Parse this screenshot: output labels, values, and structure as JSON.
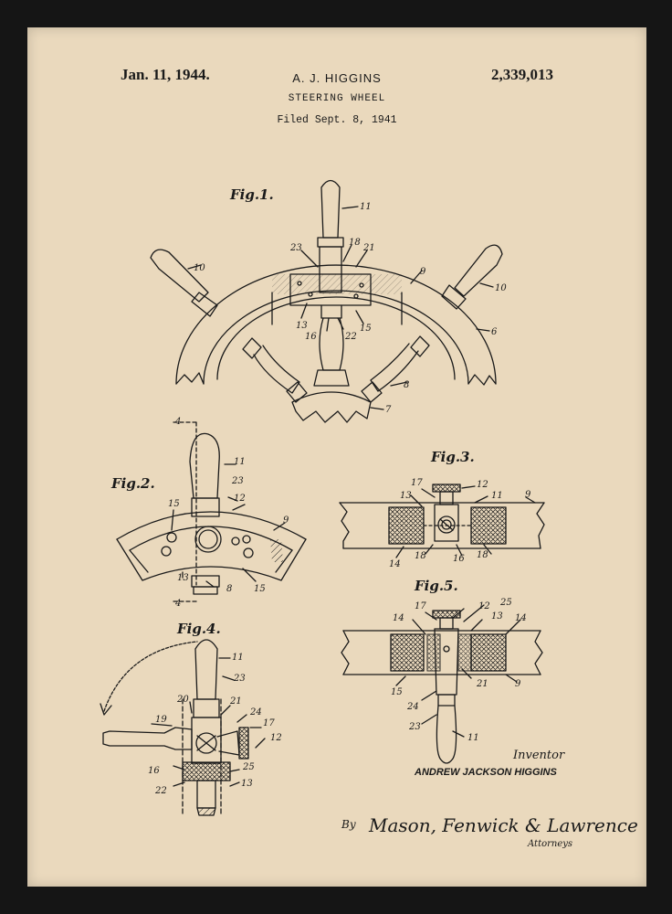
{
  "header": {
    "date": "Jan. 11, 1944.",
    "inventor": "A. J. HIGGINS",
    "patent_number": "2,339,013",
    "title": "STEERING WHEEL",
    "filed": "Filed Sept. 8, 1941"
  },
  "figures": {
    "fig1": "Fig.1.",
    "fig2": "Fig.2.",
    "fig3": "Fig.3.",
    "fig4": "Fig.4.",
    "fig5": "Fig.5."
  },
  "refs": {
    "fig1": [
      "11",
      "23",
      "18",
      "21",
      "9",
      "10",
      "10",
      "6",
      "13",
      "16",
      "22",
      "15",
      "8",
      "7"
    ],
    "fig2": [
      "4",
      "11",
      "23",
      "12",
      "15",
      "9",
      "13",
      "8",
      "15",
      "4"
    ],
    "fig3": [
      "17",
      "12",
      "13",
      "11",
      "9",
      "14",
      "18",
      "16",
      "18"
    ],
    "fig4": [
      "11",
      "23",
      "20",
      "21",
      "24",
      "19",
      "17",
      "12",
      "16",
      "25",
      "22",
      "13"
    ],
    "fig5": [
      "17",
      "12",
      "25",
      "14",
      "13",
      "14",
      "15",
      "21",
      "9",
      "24",
      "23",
      "11"
    ]
  },
  "footer": {
    "inventor_label": "Inventor",
    "inventor_name": "ANDREW JACKSON HIGGINS",
    "by": "By",
    "attorneys": "Mason, Fenwick & Lawrence",
    "attorneys_label": "Attorneys"
  }
}
